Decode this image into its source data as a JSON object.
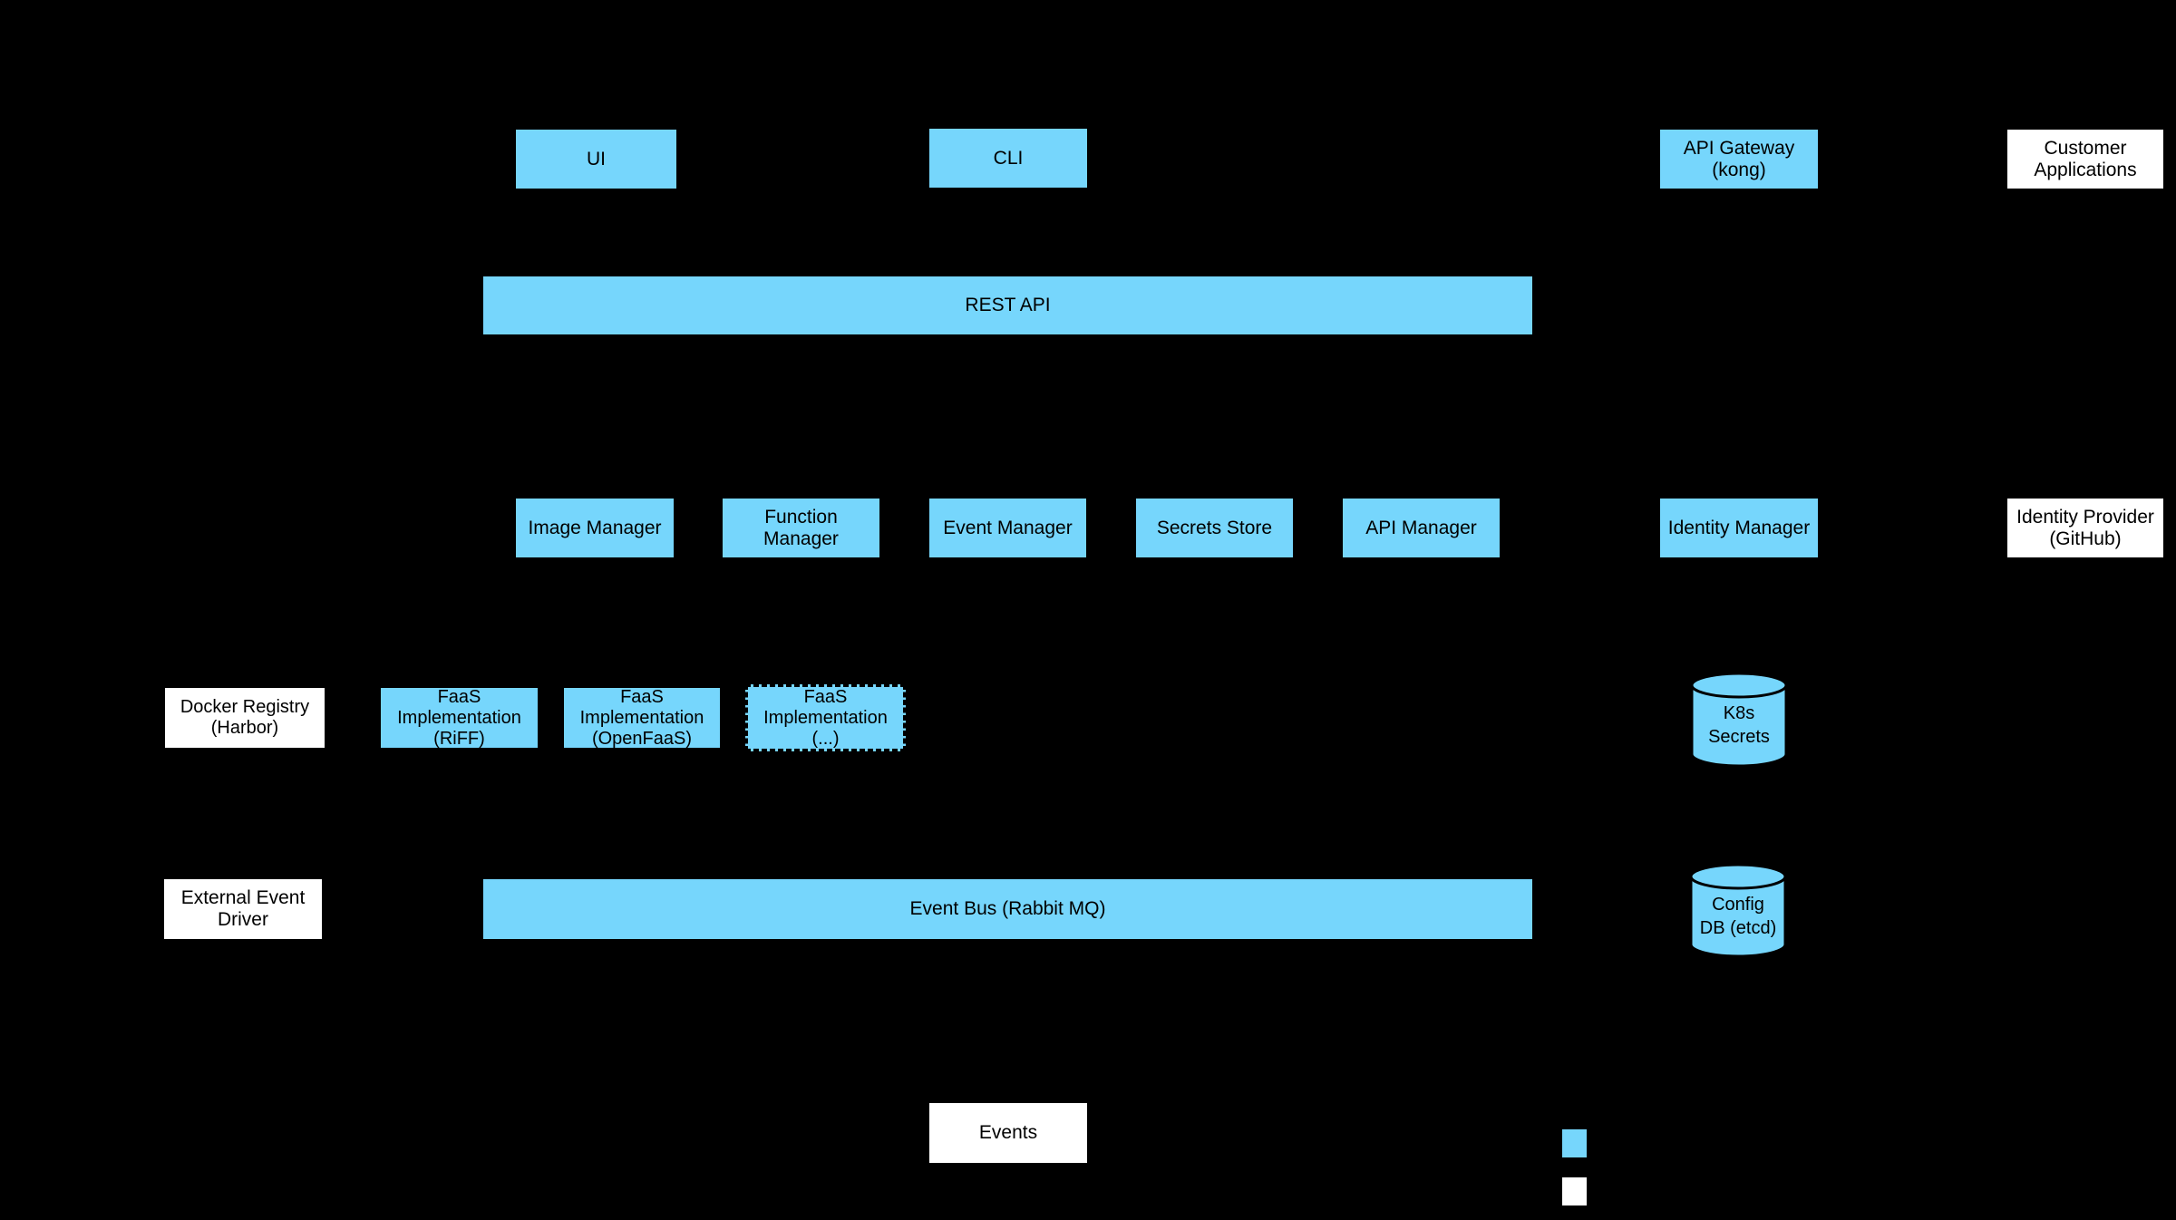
{
  "diagram": {
    "background_color": "#000000",
    "internal_component_color": "#76D6FC",
    "external_component_color": "#FFFFFF",
    "text_color": "#000000"
  },
  "nodes": {
    "ui": {
      "label": "UI"
    },
    "cli": {
      "label": "CLI"
    },
    "api_gateway": {
      "label": "API Gateway\n(kong)"
    },
    "customer_applications": {
      "label": "Customer\nApplications"
    },
    "rest_api": {
      "label": "REST API"
    },
    "image_manager": {
      "label": "Image Manager"
    },
    "function_manager": {
      "label": "Function\nManager"
    },
    "event_manager": {
      "label": "Event Manager"
    },
    "secrets_store": {
      "label": "Secrets Store"
    },
    "api_manager": {
      "label": "API Manager"
    },
    "identity_manager": {
      "label": "Identity Manager"
    },
    "identity_provider": {
      "label": "Identity Provider\n(GitHub)"
    },
    "docker_registry": {
      "label": "Docker Registry\n(Harbor)"
    },
    "faas_riff": {
      "label": "FaaS\nImplementation\n(RiFF)"
    },
    "faas_openfaas": {
      "label": "FaaS\nImplementation\n(OpenFaaS)"
    },
    "faas_other": {
      "label": "FaaS\nImplementation\n(...)"
    },
    "k8s_secrets": {
      "label": "K8s\nSecrets"
    },
    "external_event_driver": {
      "label": "External Event\nDriver"
    },
    "event_bus": {
      "label": "Event Bus (Rabbit MQ)"
    },
    "config_db": {
      "label": "Config\nDB (etcd)"
    },
    "events": {
      "label": "Events"
    }
  },
  "legend": {
    "internal_swatch_color": "#76D6FC",
    "external_swatch_color": "#FFFFFF"
  }
}
